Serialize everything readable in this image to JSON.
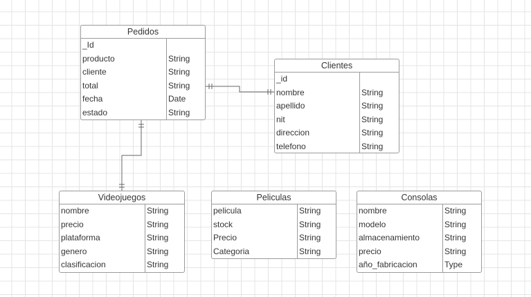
{
  "entities": [
    {
      "title": "Pedidos",
      "fields": [
        {
          "name": "_Id",
          "type": ""
        },
        {
          "name": "producto",
          "type": "String"
        },
        {
          "name": "cliente",
          "type": "String"
        },
        {
          "name": "total",
          "type": "String"
        },
        {
          "name": "fecha",
          "type": "Date"
        },
        {
          "name": "estado",
          "type": "String"
        }
      ]
    },
    {
      "title": "Clientes",
      "fields": [
        {
          "name": "_id",
          "type": ""
        },
        {
          "name": "nombre",
          "type": "String"
        },
        {
          "name": "apellido",
          "type": "String"
        },
        {
          "name": "nit",
          "type": "String"
        },
        {
          "name": "direccion",
          "type": "String"
        },
        {
          "name": "telefono",
          "type": "String"
        }
      ]
    },
    {
      "title": "Videojuegos",
      "fields": [
        {
          "name": "nombre",
          "type": "String"
        },
        {
          "name": "precio",
          "type": "String"
        },
        {
          "name": "plataforma",
          "type": "String"
        },
        {
          "name": "genero",
          "type": "String"
        },
        {
          "name": "clasificacion",
          "type": "String"
        }
      ]
    },
    {
      "title": "Peliculas",
      "fields": [
        {
          "name": "pelicula",
          "type": "String"
        },
        {
          "name": "stock",
          "type": "String"
        },
        {
          "name": "Precio",
          "type": "String"
        },
        {
          "name": "Categoria",
          "type": "String"
        }
      ]
    },
    {
      "title": "Consolas",
      "fields": [
        {
          "name": "nombre",
          "type": "String"
        },
        {
          "name": "modelo",
          "type": "String"
        },
        {
          "name": "almacenamiento",
          "type": "String"
        },
        {
          "name": "precio",
          "type": "String"
        },
        {
          "name": "año_fabricacion",
          "type": "Type"
        }
      ]
    }
  ],
  "relationships": [
    {
      "from": "Pedidos",
      "to": "Clientes",
      "from_end": "one-and-only-one",
      "to_end": "one-and-only-one"
    },
    {
      "from": "Pedidos",
      "to": "Videojuegos",
      "from_end": "one-and-only-one",
      "to_end": "one-and-only-one"
    }
  ]
}
